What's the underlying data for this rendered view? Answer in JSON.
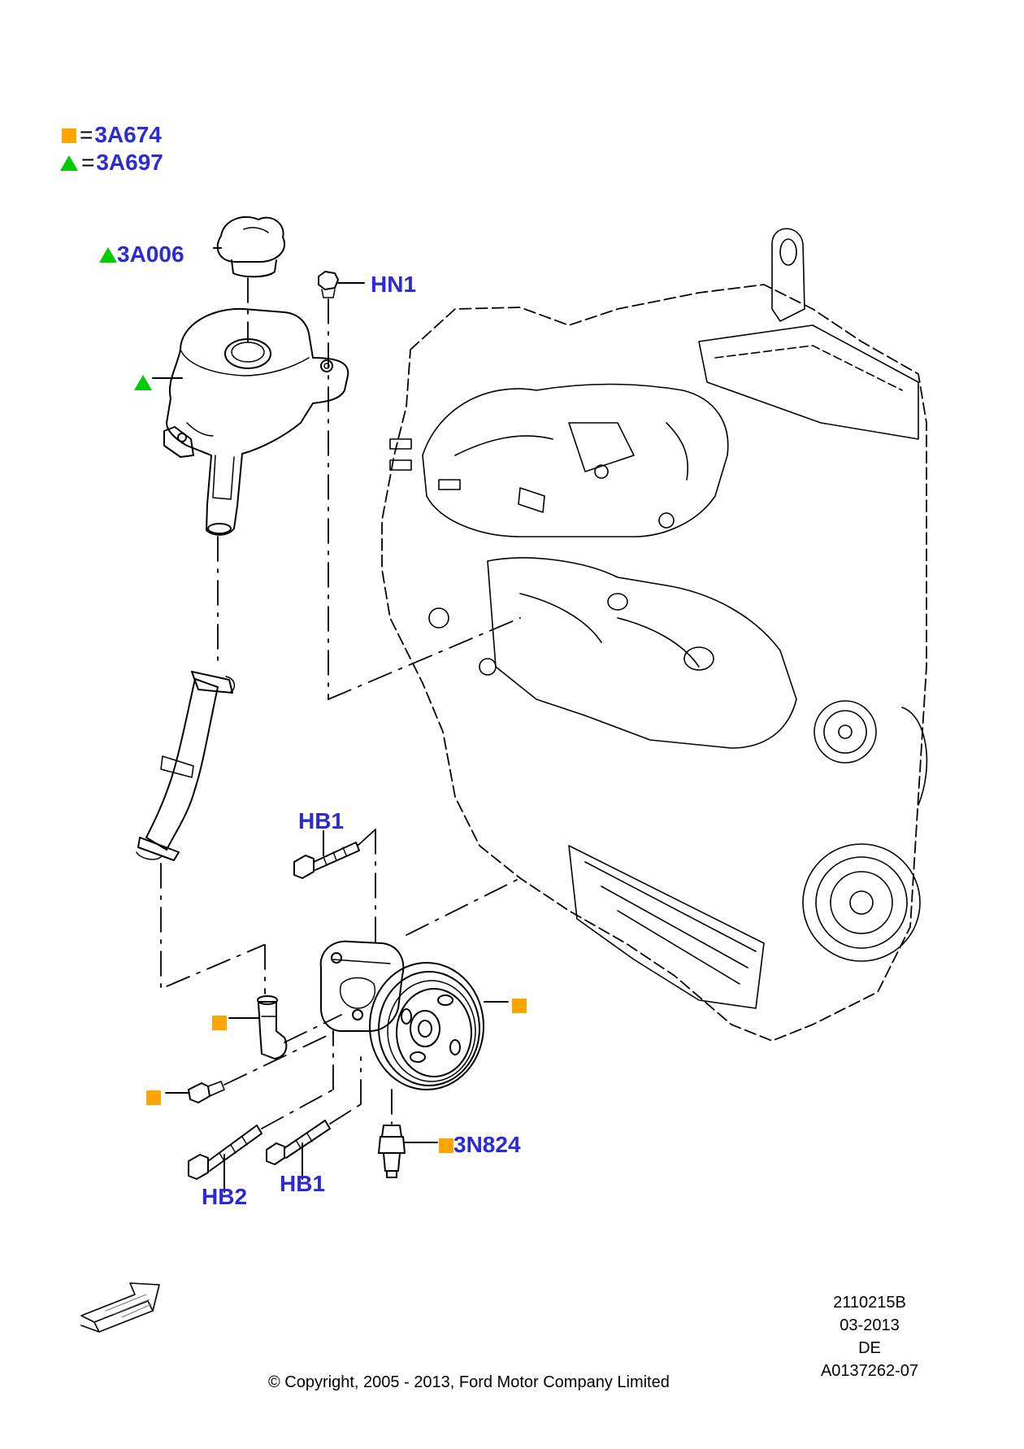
{
  "legend": {
    "square_code": "3A674",
    "triangle_code": "3A697",
    "equals": "="
  },
  "callouts": {
    "cap": "3A006",
    "nut": "HN1",
    "bolt_upper": "HB1",
    "sensor": "3N824",
    "bolt_long": "HB2",
    "bolt_short": "HB1"
  },
  "footer": {
    "copyright": "© Copyright, 2005 - 2013, Ford Motor Company Limited",
    "ref_lines": [
      "2110215B",
      "03-2013",
      "DE",
      "A0137262-07"
    ]
  },
  "colors": {
    "square_marker": "#ffa500",
    "triangle_marker": "#00cc00",
    "callout_text": "#2b2bd6"
  }
}
